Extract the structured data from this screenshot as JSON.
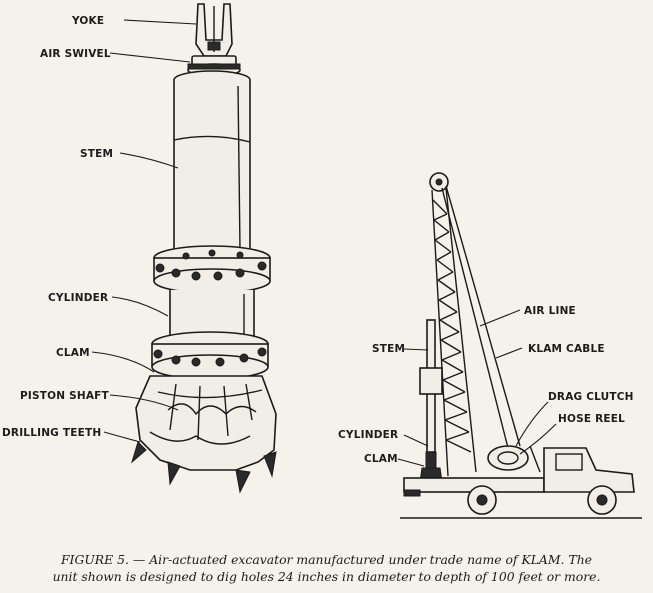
{
  "excavator_labels": {
    "yoke": "YOKE",
    "air_swivel": "AIR SWIVEL",
    "stem": "STEM",
    "cylinder": "CYLINDER",
    "clam": "CLAM",
    "piston_shaft": "PISTON SHAFT",
    "drilling_teeth": "DRILLING TEETH"
  },
  "rig_labels": {
    "air_line": "AIR LINE",
    "stem": "STEM",
    "klam_cable": "KLAM CABLE",
    "drag_clutch": "DRAG CLUTCH",
    "hose_reel": "HOSE REEL",
    "cylinder": "CYLINDER",
    "clam": "CLAM"
  },
  "caption": {
    "line1": "FIGURE 5. — Air-actuated excavator manufactured under trade name of KLAM. The",
    "line2": "unit shown is designed to dig holes 24 inches in diameter to depth of 100 feet or more."
  }
}
